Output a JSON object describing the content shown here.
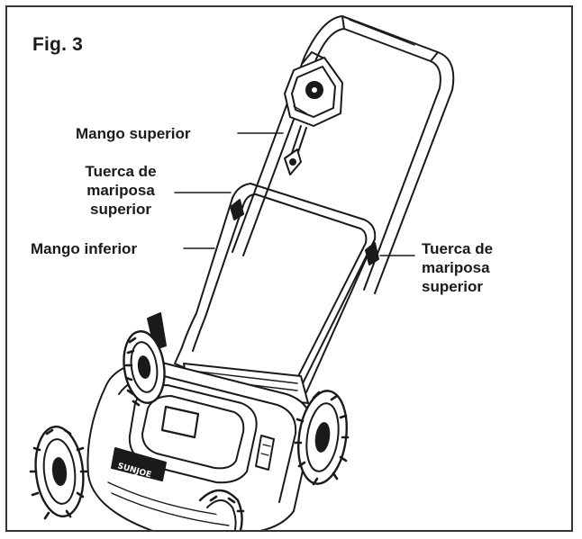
{
  "figure": {
    "title": "Fig. 3"
  },
  "labels": {
    "upper_handle": "Mango superior",
    "upper_nut_left": [
      "Tuerca de",
      "mariposa",
      "superior"
    ],
    "lower_handle": "Mango inferior",
    "upper_nut_right": [
      "Tuerca de",
      "mariposa",
      "superior"
    ]
  },
  "brand_logo": "SUNJOE",
  "colors": {
    "ink": "#1a1a1a",
    "frame": "#333333",
    "background": "#ffffff"
  }
}
